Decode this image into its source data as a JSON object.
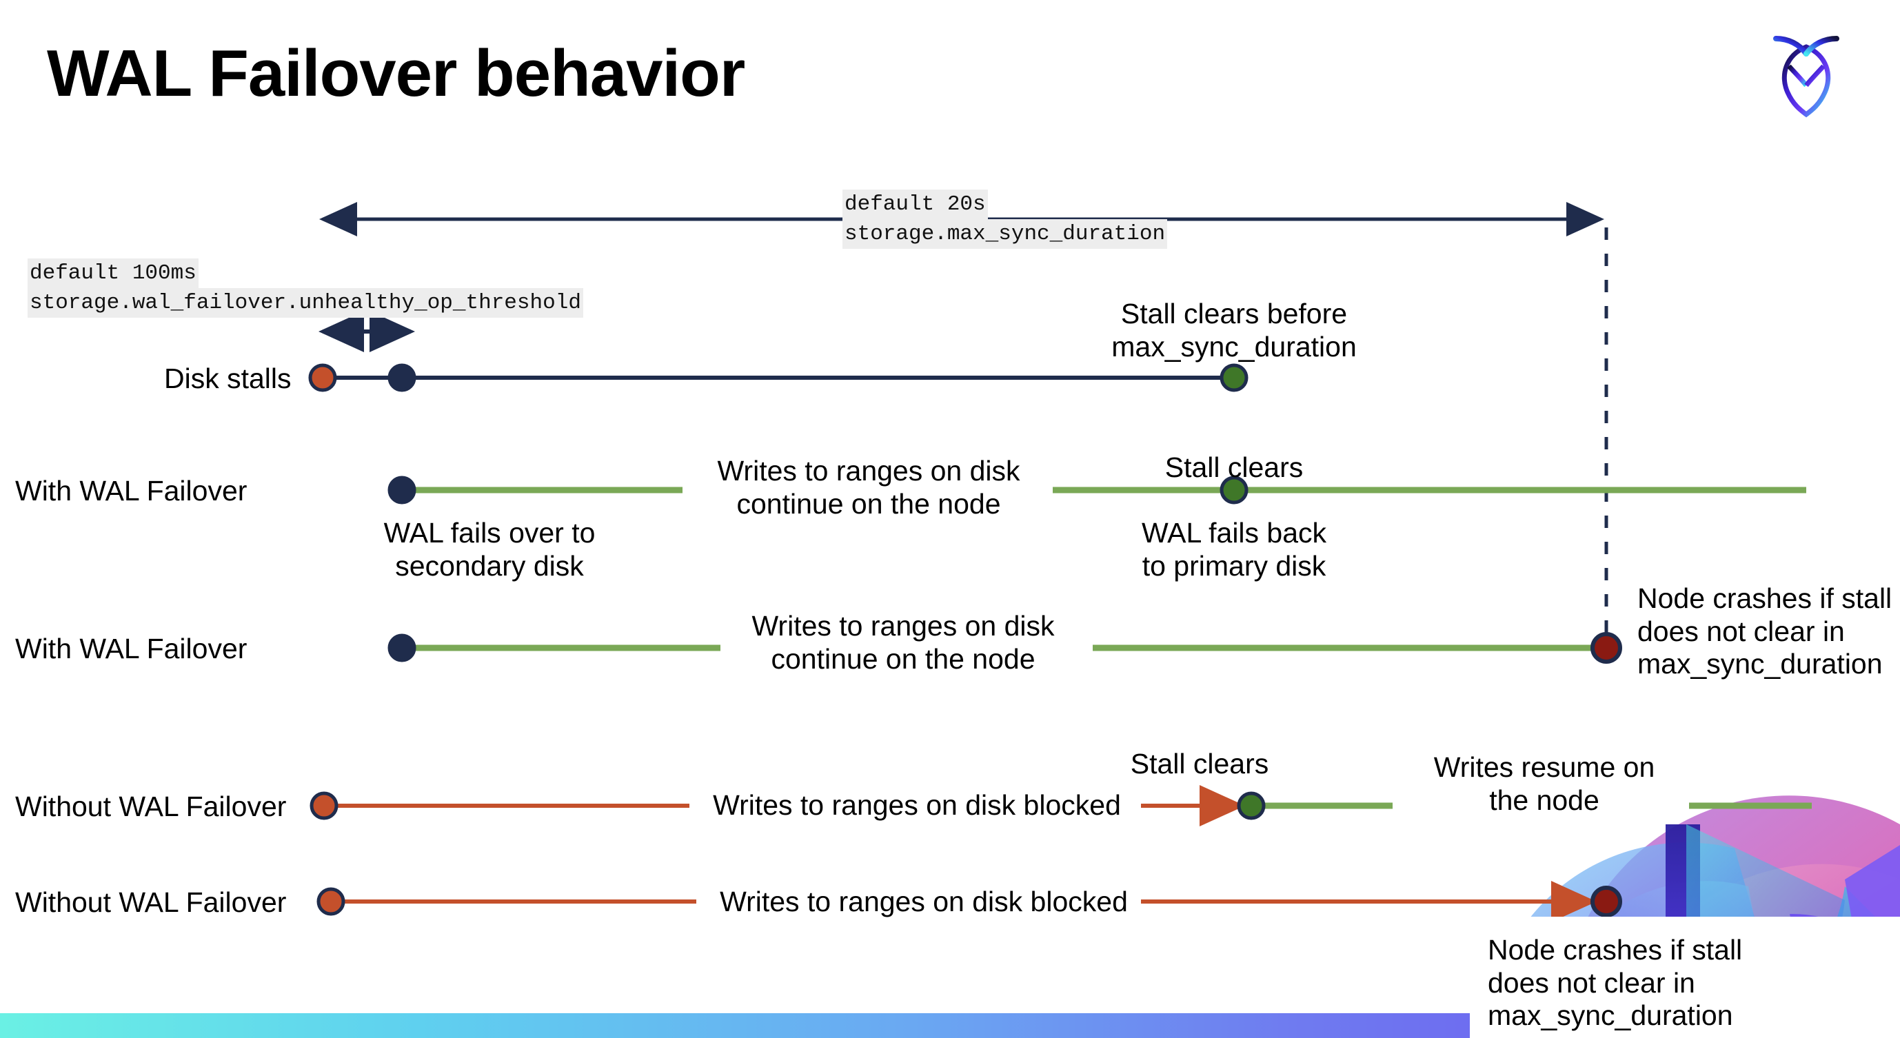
{
  "slide": {
    "title": "WAL Failover behavior",
    "logo_name": "cockroachdb-logo"
  },
  "annotations": {
    "max_sync": {
      "line1": "default 20s",
      "line2": "storage.max_sync_duration"
    },
    "unhealthy_threshold": {
      "line1": "default 100ms",
      "line2": "storage.wal_failover.unhealthy_op_threshold"
    }
  },
  "rows": [
    {
      "id": "disk-stalls",
      "label": "Disk stalls",
      "note_above": "Stall clears before\nmax_sync_duration"
    },
    {
      "id": "with-wal-failover-1",
      "label": "With WAL Failover",
      "note_start_below": "WAL fails over to\nsecondary disk",
      "note_mid": "Writes to ranges on disk\ncontinue on the node",
      "note_clear_above": "Stall clears",
      "note_clear_below": "WAL fails  back\nto primary disk"
    },
    {
      "id": "with-wal-failover-2",
      "label": "With WAL Failover",
      "note_mid": "Writes to ranges on disk\ncontinue on the node",
      "note_crash": "Node crashes if stall\ndoes not clear in\nmax_sync_duration"
    },
    {
      "id": "without-wal-failover-1",
      "label": "Without WAL Failover",
      "note_mid": "Writes to ranges on disk  blocked",
      "note_clear_above": "Stall clears",
      "note_resume": "Writes resume on\nthe node"
    },
    {
      "id": "without-wal-failover-2",
      "label": "Without WAL Failover",
      "note_mid": "Writes to ranges on disk  blocked",
      "note_crash": "Node crashes if stall\ndoes not clear in\nmax_sync_duration"
    }
  ],
  "colors": {
    "navy": "#1f2c4c",
    "orange": "#c4502b",
    "green_line": "#7aa856",
    "green_dot": "#3f7728",
    "dark_red": "#8a1a12",
    "code_bg": "#ededed",
    "bar_gradient_from": "#6af0e4",
    "bar_gradient_to": "#6a4df0"
  },
  "chart_data": {
    "type": "timeline",
    "title": "WAL Failover behavior",
    "description": "Five parallel timelines comparing node behavior during a disk stall with and without WAL failover enabled.",
    "markers": {
      "stall_start_x": 468,
      "failover_x": 583,
      "unhealthy_threshold_span": [
        462,
        602
      ],
      "max_sync_span": [
        458,
        2330
      ],
      "stall_clear_x": 1790,
      "crash_x": 2330
    },
    "series": [
      {
        "name": "Disk stalls",
        "start": "stall begins (red)",
        "failover": "unhealthy_op_threshold reached (navy)",
        "end": "stall clears before max_sync_duration (green)"
      },
      {
        "name": "With WAL Failover",
        "start": "WAL fails over to secondary disk",
        "middle": "Writes to ranges on disk continue on the node",
        "end": "Stall clears / WAL fails back to primary disk"
      },
      {
        "name": "With WAL Failover",
        "start": "WAL fails over to secondary disk",
        "middle": "Writes to ranges on disk continue on the node",
        "end": "Node crashes if stall does not clear in max_sync_duration"
      },
      {
        "name": "Without WAL Failover",
        "start": "stall begins",
        "middle": "Writes to ranges on disk blocked",
        "end": "Stall clears / Writes resume on the node"
      },
      {
        "name": "Without WAL Failover",
        "start": "stall begins",
        "middle": "Writes to ranges on disk blocked",
        "end": "Node crashes if stall does not clear in max_sync_duration"
      }
    ]
  }
}
